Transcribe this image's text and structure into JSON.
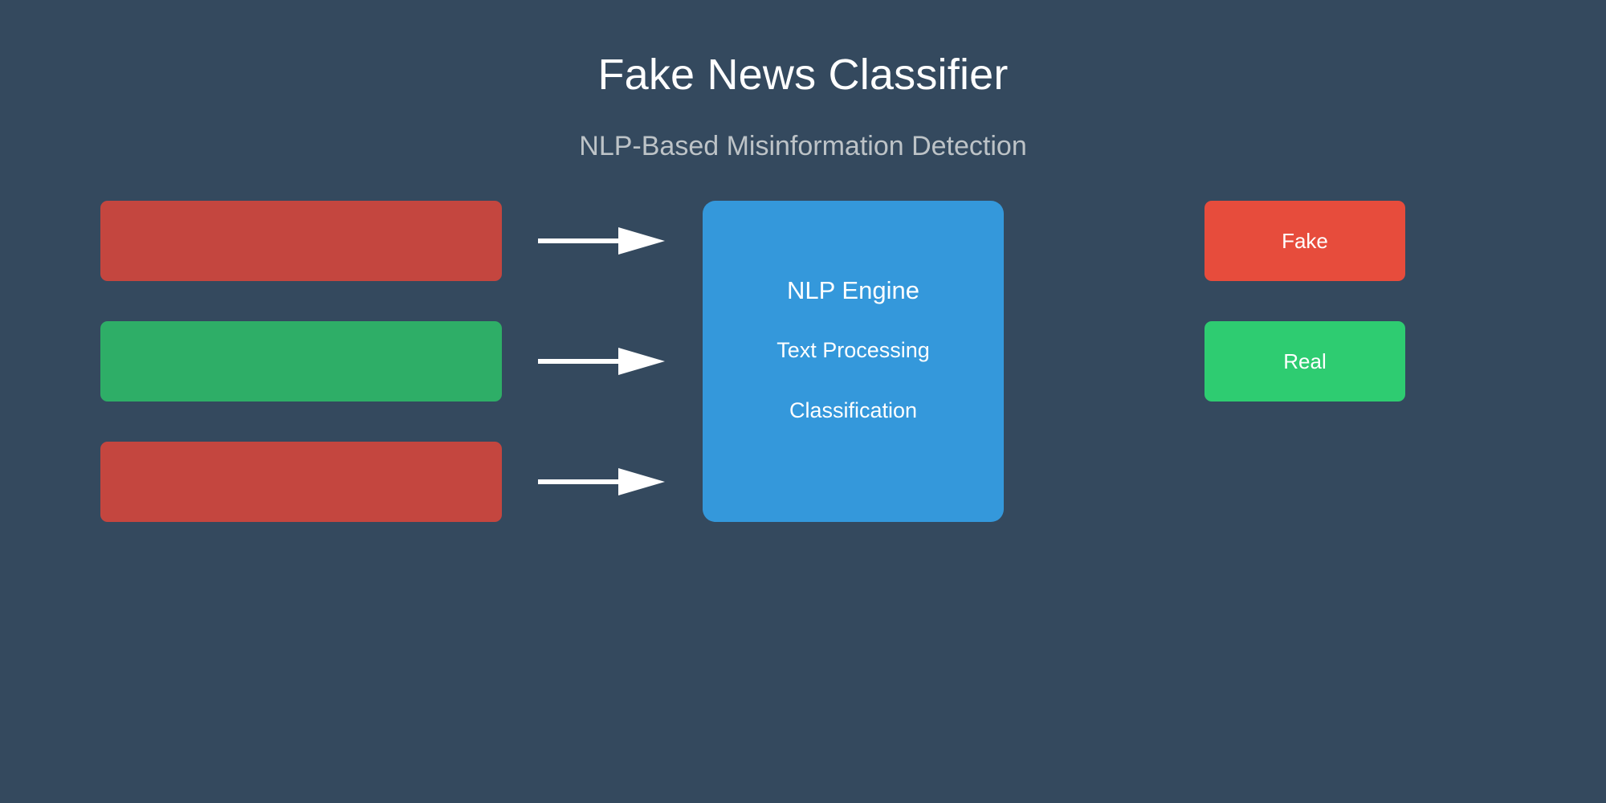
{
  "header": {
    "title": "Fake News Classifier",
    "subtitle": "NLP-Based Misinformation Detection"
  },
  "colors": {
    "background": "#34495e",
    "title_text": "#ffffff",
    "subtitle_text": "#bdc3c7",
    "engine_blue": "#3498db",
    "input_red": "#c4463f",
    "input_green": "#2eae67",
    "badge_fake_red": "#e74c3c",
    "badge_real_green": "#2ecc71",
    "arrow_white": "#ffffff"
  },
  "inputs": {
    "label": "news-article-inputs",
    "items": [
      {
        "id": "input-article-1",
        "label": "",
        "color": "#c4463f",
        "class": "fake"
      },
      {
        "id": "input-article-2",
        "label": "",
        "color": "#2eae67",
        "class": "real"
      },
      {
        "id": "input-article-3",
        "label": "",
        "color": "#c4463f",
        "class": "fake"
      }
    ]
  },
  "arrows": [
    {
      "id": "arrow-1",
      "icon": "right-arrow-icon"
    },
    {
      "id": "arrow-2",
      "icon": "right-arrow-icon"
    },
    {
      "id": "arrow-3",
      "icon": "right-arrow-icon"
    }
  ],
  "engine": {
    "id": "nlp-engine",
    "lines": [
      "NLP Engine",
      "Text Processing",
      "Classification"
    ]
  },
  "outputs": {
    "items": [
      {
        "id": "output-fake",
        "label": "Fake",
        "color": "#e74c3c"
      },
      {
        "id": "output-real",
        "label": "Real",
        "color": "#2ecc71"
      }
    ]
  }
}
